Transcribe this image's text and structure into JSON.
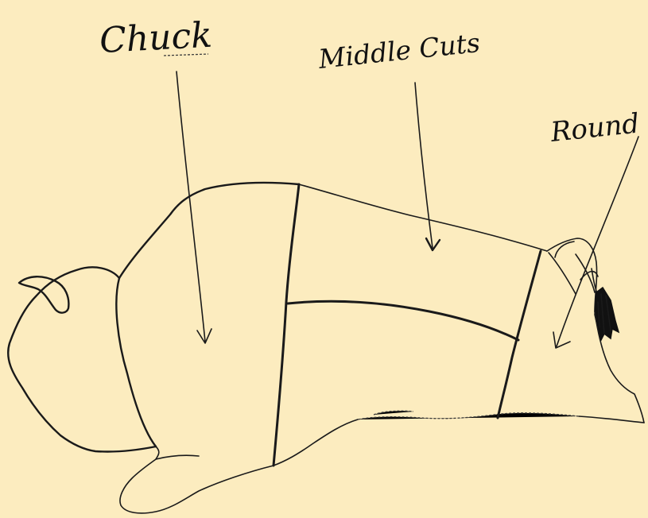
{
  "labels": {
    "chuck": "Chuck",
    "middle_cuts": "Middle Cuts",
    "round": "Round"
  },
  "colors": {
    "paper": "#fcecbf",
    "ink": "#1a1a1a"
  }
}
